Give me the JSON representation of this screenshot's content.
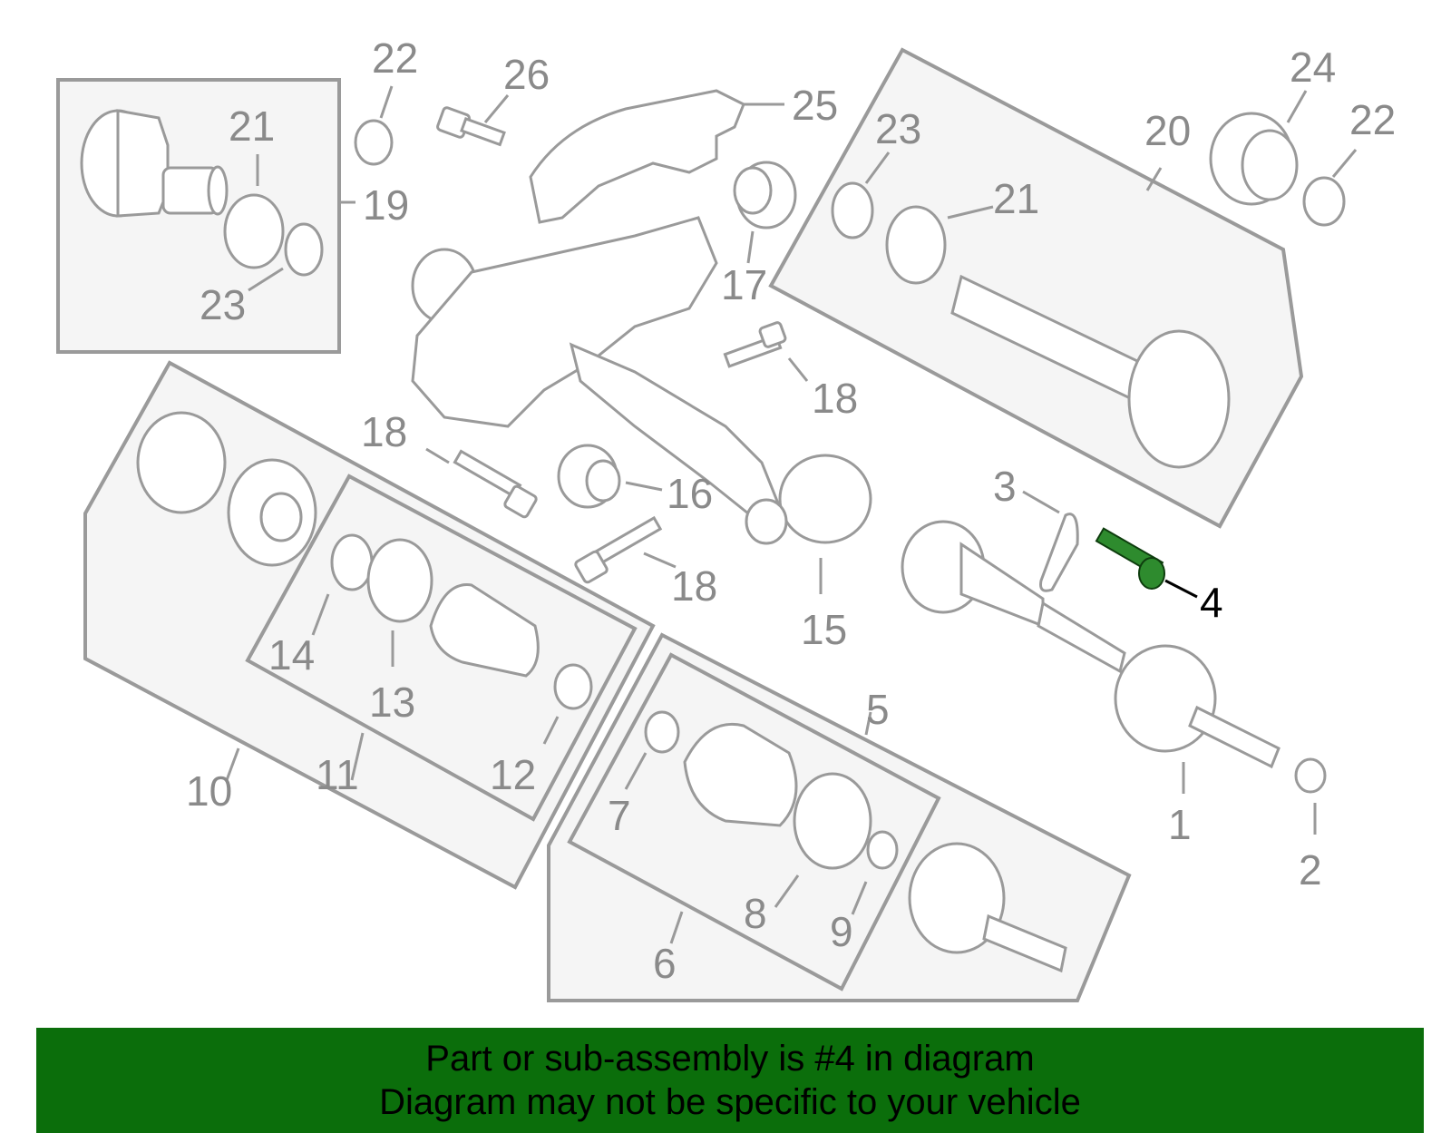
{
  "callouts": {
    "c1": "1",
    "c2": "2",
    "c3": "3",
    "c4": "4",
    "c5": "5",
    "c6": "6",
    "c7": "7",
    "c8": "8",
    "c9": "9",
    "c10": "10",
    "c11": "11",
    "c12": "12",
    "c13": "13",
    "c14": "14",
    "c15": "15",
    "c16": "16",
    "c17": "17",
    "c18a": "18",
    "c18b": "18",
    "c18c": "18",
    "c19": "19",
    "c20": "20",
    "c21a": "21",
    "c21b": "21",
    "c22a": "22",
    "c22b": "22",
    "c23a": "23",
    "c23b": "23",
    "c24": "24",
    "c25": "25",
    "c26": "26"
  },
  "highlight": {
    "part_number": "4",
    "color": "#2e8b2e"
  },
  "banner": {
    "line1": "Part or sub-assembly is #4 in diagram",
    "line2": "Diagram may not be specific to your vehicle",
    "background": "#0b6e0b"
  }
}
